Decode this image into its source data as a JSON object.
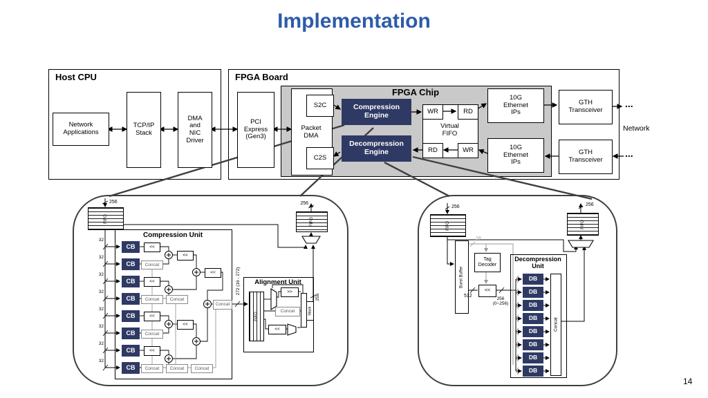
{
  "slide": {
    "title": "Implementation",
    "page_number": "14"
  },
  "colors": {
    "title_blue": "#2d5ca9",
    "engine_navy": "#2f3a64",
    "chip_gray": "#c9c9c9",
    "callout_gray": "#3f3f3f",
    "wire_gray": "#999999"
  },
  "labels": {
    "fifo": "FIFO",
    "w256": "256",
    "w32": "32",
    "w16": "16",
    "w512": "512",
    "cb": "CB",
    "db": "DB",
    "wr": "WR",
    "rd": "RD",
    "shift_left": "<<",
    "shift_right": ">>",
    "concat": "Concat",
    "dots": "..."
  },
  "host_cpu": {
    "title": "Host CPU",
    "network_apps": "Network\nApplications",
    "tcpip_stack": "TCP/IP\nStack",
    "dma_nic": "DMA\nand\nNIC\nDriver"
  },
  "fpga_board": {
    "title": "FPGA Board",
    "pci_express": "PCI\nExpress\n(Gen3)",
    "gth": "GTH\nTransceiver"
  },
  "fpga_chip": {
    "title": "FPGA Chip",
    "packet_dma": "Packet\nDMA",
    "s2c": "S2C",
    "c2s": "C2S",
    "compression_engine": "Compression\nEngine",
    "decompression_engine": "Decompression\nEngine",
    "virtual_fifo": "Virtual\nFIFO",
    "eth_10g": "10G\nEthernet\nIPs"
  },
  "network": {
    "label": "Network"
  },
  "compression_detail": {
    "unit_title": "Compression Unit",
    "output_width": "272 (16 - 272)",
    "alignment_title": "Alignment Unit",
    "mask": "Mask"
  },
  "decompression_detail": {
    "burst_buffer": "Burst Buffer",
    "tag_decoder": "Tag\nDecoder",
    "shift_output": "256\n(0~256)",
    "unit_title": "Decompression\nUnit"
  }
}
